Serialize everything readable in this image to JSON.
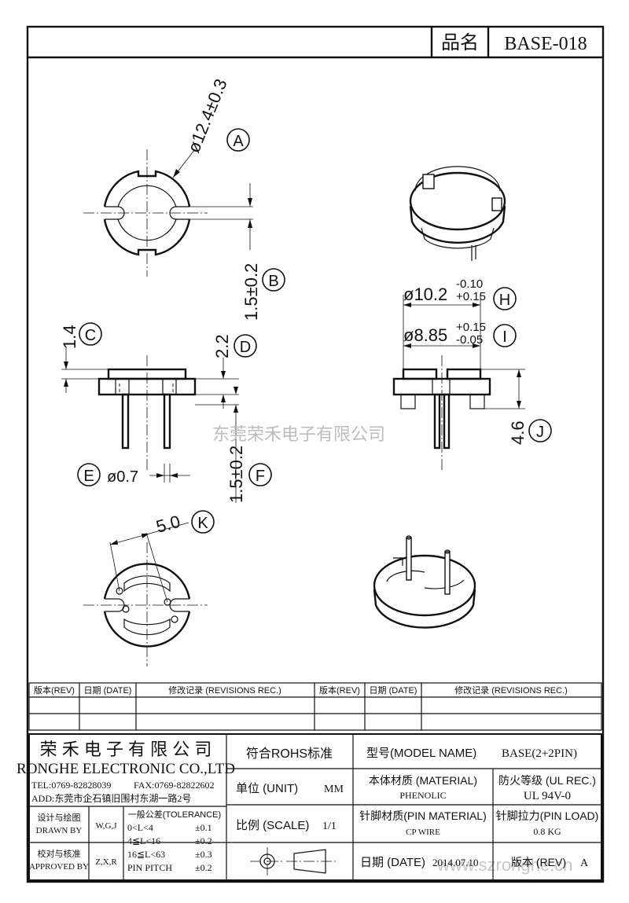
{
  "title_block_top": {
    "product_label": "品名",
    "product_value": "BASE-018"
  },
  "dimensions": {
    "dia_outer": "ø12.4±0.3",
    "pin_gap": "1.5±0.2",
    "flange": "1.4",
    "slot_depth": "2.2",
    "pin_dia": "ø0.7",
    "pin_offset": "1.5±0.2",
    "pitch": "5.0",
    "dia_h_base": "ø10.2",
    "dia_h_up": "-0.10",
    "dia_h_dn": "+0.15",
    "dia_i_base": "ø8.85",
    "dia_i_up": "+0.15",
    "dia_i_dn": "-0.05",
    "height": "4.6"
  },
  "callouts": [
    "A",
    "B",
    "C",
    "D",
    "E",
    "F",
    "H",
    "I",
    "J",
    "K"
  ],
  "watermark": "东莞荣禾电子有限公司",
  "watermark_url": "www.szronghe.cn",
  "revisions": {
    "headers": [
      "版本(REV)",
      "日期 (DATE)",
      "修改记录 (REVISIONS REC.)",
      "版本(REV)",
      "日期 (DATE)",
      "修改记录 (REVISIONS REC.)"
    ]
  },
  "company": {
    "name_cn": "荣 禾 电 子 有 限 公 司",
    "name_en": "RONGHE ELECTRONIC CO.,LTD",
    "tel": "TEL:0769-82828039",
    "fax": "FAX:0769-82822602",
    "address": "ADD:东莞市企石镇旧围村东湖一路2号"
  },
  "approvals": {
    "drawn_label_cn": "设计与绘图",
    "drawn_label_en": "DRAWN BY",
    "drawn_value": "W,G,J",
    "approved_label_cn": "校对与核准",
    "approved_label_en": "APPROVED BY",
    "approved_value": "Z,X,R"
  },
  "tolerance": {
    "title": "一般公差(TOLERANCE)",
    "rows": [
      {
        "range": "0<L<4",
        "tol": "±0.1"
      },
      {
        "range": "4≦L<16",
        "tol": "±0.2"
      },
      {
        "range": "16≦L<63",
        "tol": "±0.3"
      },
      {
        "range": "PIN PITCH",
        "tol": "±0.2"
      }
    ]
  },
  "fields": {
    "rohs": "符合ROHS标准",
    "unit_label": "单位 (UNIT)",
    "unit_value": "MM",
    "scale_label": "比例 (SCALE)",
    "scale_value": "1/1",
    "model_label": "型号(MODEL NAME)",
    "model_value": "BASE(2+2PIN)",
    "material_label": "本体材质 (MATERIAL)",
    "material_value": "PHENOLIC",
    "flame_label": "防火等级 (UL REC.)",
    "flame_value": "UL 94V-0",
    "pin_material_label": "针脚材质(PIN MATERIAL)",
    "pin_material_value": "CP WIRE",
    "pin_load_label": "针脚拉力(PIN LOAD)",
    "pin_load_value": "0.8 KG",
    "date_label": "日期 (DATE)",
    "date_value": "2014.07.10",
    "rev_label": "版本 (REV)",
    "rev_value": "A"
  }
}
